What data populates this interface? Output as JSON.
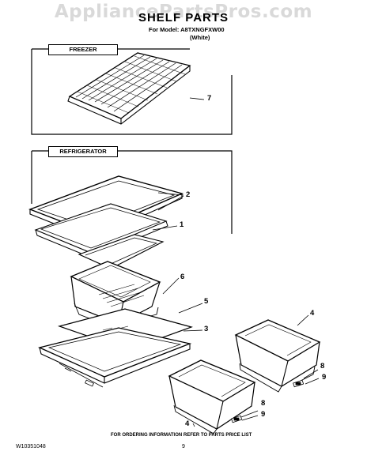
{
  "watermark": "AppliancePartsPros.com",
  "header": {
    "title": "SHELF PARTS",
    "model_line": "For Model: A8TXNGFXW00",
    "color_line": "(White)"
  },
  "sections": {
    "freezer": "FREEZER",
    "refrigerator": "REFRIGERATOR"
  },
  "callouts": {
    "c7": "7",
    "c2": "2",
    "c1": "1",
    "c6": "6",
    "c5": "5",
    "c3": "3",
    "c4_right": "4",
    "c8_right": "8",
    "c9_right": "9",
    "c4_left": "4",
    "c8_left": "8",
    "c9_left": "9"
  },
  "footer": {
    "note": "FOR ORDERING INFORMATION REFER TO PARTS PRICE LIST",
    "doc_number": "W10351048",
    "page_number": "9"
  }
}
